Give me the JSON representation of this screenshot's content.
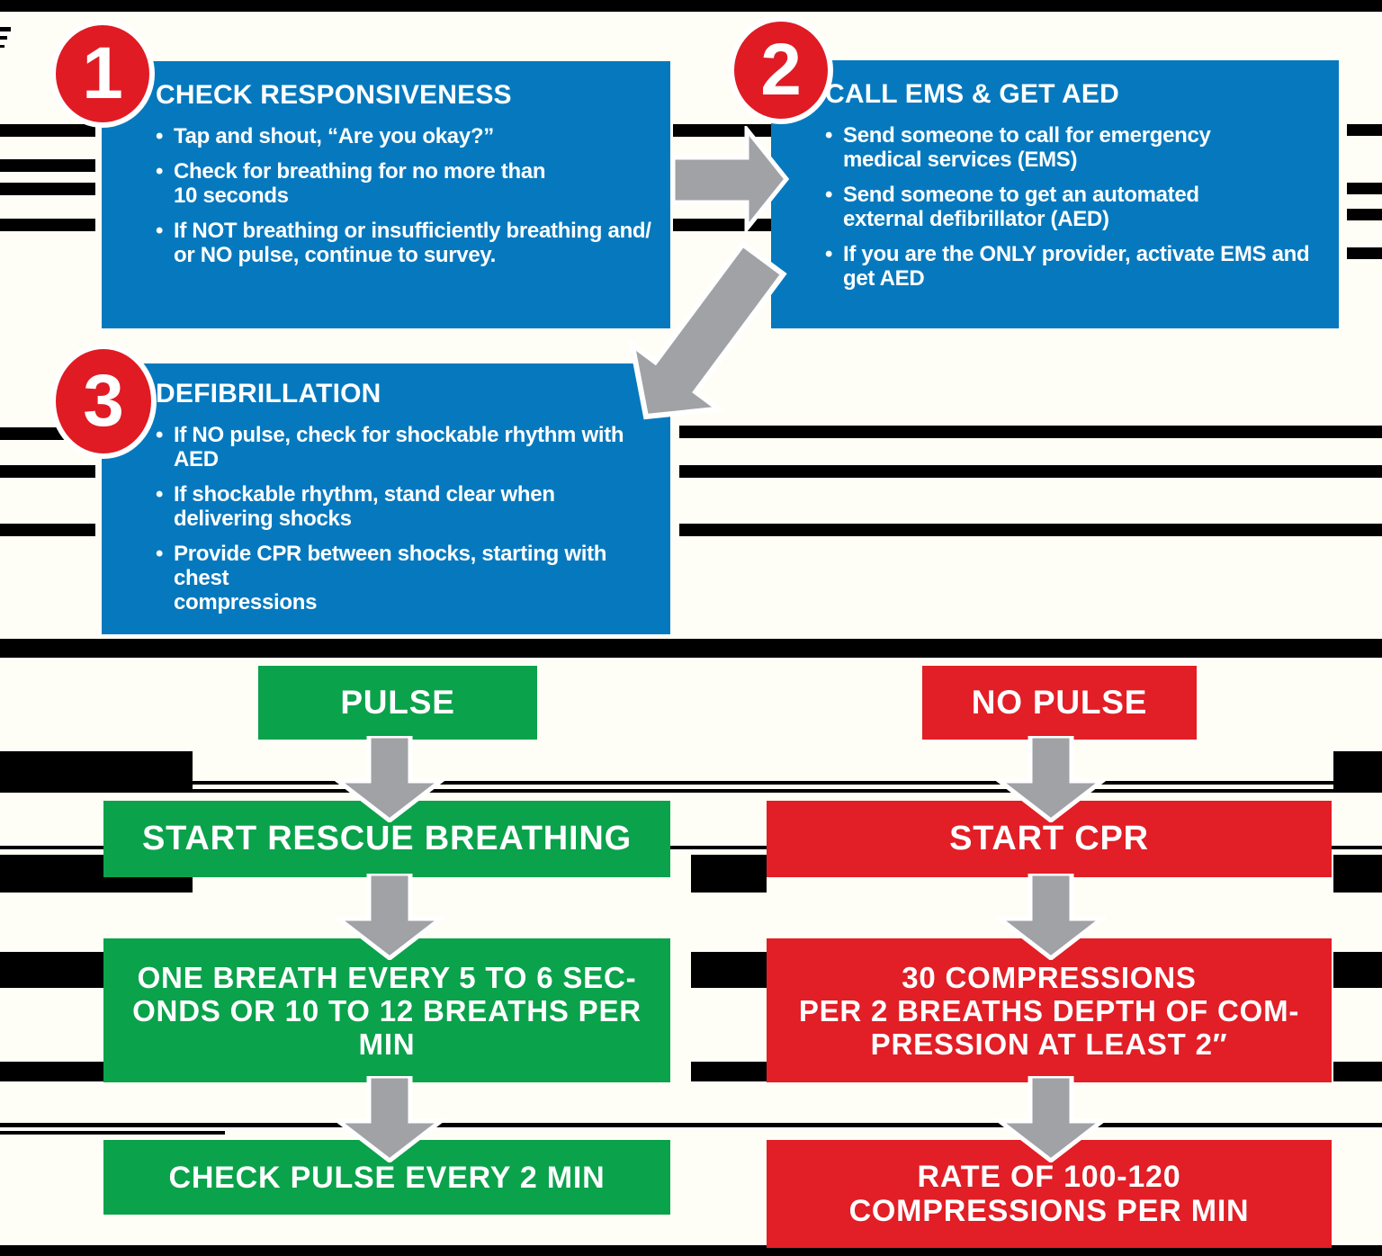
{
  "title": "CPR primary survey flowchart",
  "colors": {
    "background": "#FFFEF6",
    "step_box_blue": "#0679BE",
    "badge_red": "#E01B24",
    "branch_green": "#0AA24B",
    "branch_red": "#E21E26",
    "arrow_gray": "#A0A2A5",
    "artifact_black": "#000000",
    "text_white": "#FFFFFF"
  },
  "steps": [
    {
      "number": "1",
      "title": "CHECK RESPONSIVENESS",
      "bullets": [
        {
          "marker": "•",
          "text": "Tap and shout, “Are you okay?”"
        },
        {
          "marker": "•",
          "text": "Check for breathing for no more than\n10 seconds"
        },
        {
          "marker": "•",
          "text": "If NOT breathing or insufficiently breathing and/\nor NO pulse, continue to survey."
        }
      ]
    },
    {
      "number": "2",
      "title": "CALL EMS & GET AED",
      "bullets": [
        {
          "marker": "•",
          "text": "Send someone to call for emergency\nmedical services (EMS)"
        },
        {
          "marker": "•",
          "text": "Send someone to get an automated\nexternal defibrillator (AED)"
        },
        {
          "marker": "•",
          "text": "If you are the ONLY provider, activate EMS and\nget AED"
        }
      ]
    },
    {
      "number": "3",
      "title": "DEFIBRILLATION",
      "bullets": [
        {
          "marker": "•",
          "text": "If NO pulse, check for shockable rhythm with AED"
        },
        {
          "marker": "•",
          "text": "If shockable rhythm, stand clear when\ndelivering shocks"
        },
        {
          "marker": "•",
          "text": "Provide CPR between shocks, starting with chest\ncompressions"
        }
      ]
    }
  ],
  "branches": {
    "pulse": {
      "label": "PULSE",
      "steps": [
        "START RESCUE BREATHING",
        "ONE BREATH EVERY 5 TO 6 SEC-\nONDS OR 10 TO 12 BREATHS PER\nMIN",
        "CHECK PULSE EVERY 2 MIN"
      ]
    },
    "no_pulse": {
      "label": "NO PULSE",
      "steps": [
        "START CPR",
        "30 COMPRESSIONS\nPER 2 BREATHS DEPTH OF COM-\nPRESSION AT LEAST 2″",
        "RATE OF 100-120\nCOMPRESSIONS PER MIN"
      ]
    }
  }
}
